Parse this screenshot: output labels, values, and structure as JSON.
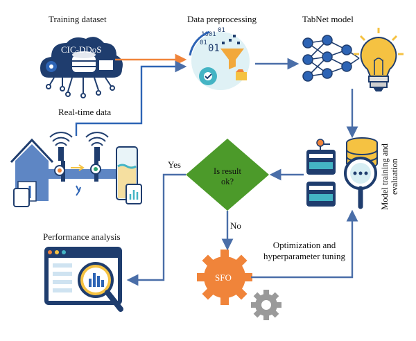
{
  "labels": {
    "training_dataset": "Training dataset",
    "cic_ddos": "CIC-DDoS",
    "data_preprocessing": "Data preprocessing",
    "tabnet_model": "TabNet model",
    "real_time_data": "Real-time data",
    "model_training": "Model training and evaluation",
    "decision_question": "Is result ok?",
    "yes": "Yes",
    "no": "No",
    "optimization": "Optimization and hyperparameter tuning",
    "performance_analysis": "Performance analysis",
    "sfo": "SFO"
  },
  "colors": {
    "navy": "#1f3d6e",
    "blue": "#2d64b5",
    "arrow": "#4a6ea8",
    "orange": "#f0843a",
    "teal": "#44b4c4",
    "green": "#4c9a2a",
    "yellow": "#f5c242",
    "gray": "#9a9a9a"
  },
  "icons": [
    "database-cloud-icon",
    "data-preprocessing-icon",
    "neural-network-icon",
    "lightbulb-icon",
    "smart-city-sensors-icon",
    "model-evaluation-icon",
    "decision-diamond",
    "sfo-gear-icon",
    "performance-dashboard-icon"
  ]
}
